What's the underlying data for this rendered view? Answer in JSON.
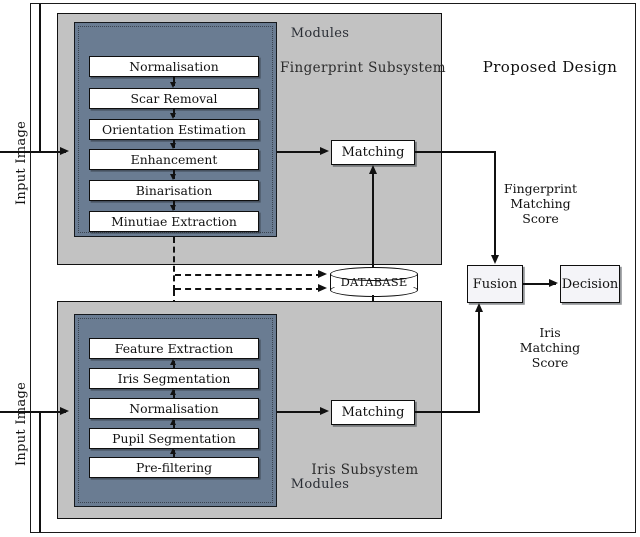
{
  "diagram": {
    "title": "Proposed Design",
    "fingerprint": {
      "subsystem_label": "Fingerprint Subsystem",
      "modules_caption": "Modules",
      "input_label": "Input Image",
      "modules": [
        "Normalisation",
        "Scar Removal",
        "Orientation Estimation",
        "Enhancement",
        "Binarisation",
        "Minutiae Extraction"
      ],
      "matching_label": "Matching",
      "score_label": "Fingerprint\nMatching\nScore",
      "score_line1": "Fingerprint",
      "score_line2": "Matching",
      "score_line3": "Score"
    },
    "iris": {
      "subsystem_label": "Iris Subsystem",
      "modules_caption": "Modules",
      "input_label": "Input Image",
      "modules": [
        "Feature Extraction",
        "Iris Segmentation",
        "Normalisation",
        "Pupil Segmentation",
        "Pre-filtering"
      ],
      "matching_label": "Matching",
      "score_line1": "Iris",
      "score_line2": "Matching",
      "score_line3": "Score"
    },
    "database_label": "DATABASE",
    "fusion_label": "Fusion",
    "decision_label": "Decision",
    "colors": {
      "subsystem_grey": "#c2c2c2",
      "modules_blue": "#6a7c92",
      "box_white": "#ffffff",
      "proc_box": "#f4f4f8",
      "stroke": "#111111",
      "page_background": "#ffffff"
    }
  }
}
